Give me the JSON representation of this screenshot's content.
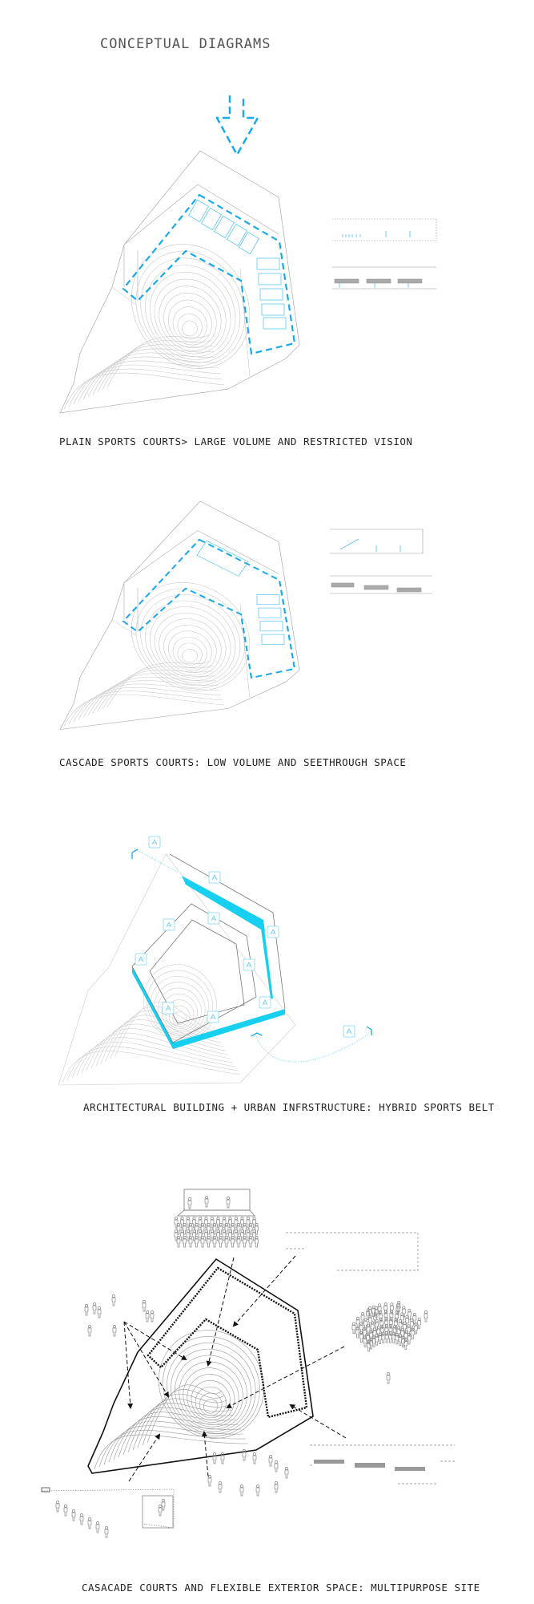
{
  "title": "CONCEPTUAL DIAGRAMS",
  "diagrams": [
    {
      "caption": "PLAIN SPORTS COURTS> LARGE VOLUME AND RESTRICTED VISION"
    },
    {
      "caption": "CASCADE SPORTS COURTS: LOW VOLUME AND SEETHROUGH SPACE"
    },
    {
      "caption": "ARCHITECTURAL BUILDING + URBAN INFRSTRUCTURE: HYBRID SPORTS BELT",
      "icons": [
        "car-icon",
        "runner-icon",
        "bicycle-icon",
        "laptop-icon",
        "bench-icon",
        "bench-icon",
        "wheelchair-icon",
        "runner-icon",
        "blind-pedestrian-icon",
        "tennis-icon",
        "bus-icon"
      ]
    },
    {
      "caption": "CASACADE COURTS AND FLEXIBLE EXTERIOR SPACE: MULTIPURPOSE SITE"
    }
  ],
  "colors": {
    "accent": "#1aa9ea",
    "belt": "#17d0ef",
    "line": "#9a9a9a",
    "contour": "#c8c8c8",
    "ink": "#111111"
  }
}
